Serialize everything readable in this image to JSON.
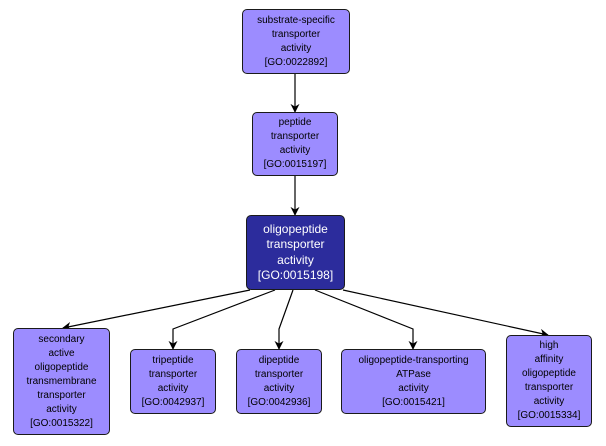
{
  "diagram": {
    "type": "GO term hierarchy",
    "colors": {
      "node_fill": "#9c8cff",
      "focus_fill": "#2c2c9c",
      "border": "#1a1a1a",
      "edge": "#000000",
      "focus_text": "#ffffff",
      "text": "#000000"
    },
    "nodes": [
      {
        "id": "GO:0022892",
        "lines": [
          "substrate-specific",
          "transporter",
          "activity",
          "[GO:0022892]"
        ],
        "focus": false
      },
      {
        "id": "GO:0015197",
        "lines": [
          "peptide",
          "transporter",
          "activity",
          "[GO:0015197]"
        ],
        "focus": false
      },
      {
        "id": "GO:0015198",
        "lines": [
          "oligopeptide",
          "transporter",
          "activity",
          "[GO:0015198]"
        ],
        "focus": true
      },
      {
        "id": "GO:0015322",
        "lines": [
          "secondary",
          "active",
          "oligopeptide",
          "transmembrane",
          "transporter",
          "activity",
          "[GO:0015322]"
        ],
        "focus": false
      },
      {
        "id": "GO:0042937",
        "lines": [
          "tripeptide",
          "transporter",
          "activity",
          "[GO:0042937]"
        ],
        "focus": false
      },
      {
        "id": "GO:0042936",
        "lines": [
          "dipeptide",
          "transporter",
          "activity",
          "[GO:0042936]"
        ],
        "focus": false
      },
      {
        "id": "GO:0015421",
        "lines": [
          "oligopeptide-transporting",
          "ATPase",
          "activity",
          "[GO:0015421]"
        ],
        "focus": false
      },
      {
        "id": "GO:0015334",
        "lines": [
          "high",
          "affinity",
          "oligopeptide",
          "transporter",
          "activity",
          "[GO:0015334]"
        ],
        "focus": false
      }
    ],
    "edges": [
      {
        "from": "GO:0022892",
        "to": "GO:0015197"
      },
      {
        "from": "GO:0015197",
        "to": "GO:0015198"
      },
      {
        "from": "GO:0015198",
        "to": "GO:0015322"
      },
      {
        "from": "GO:0015198",
        "to": "GO:0042937"
      },
      {
        "from": "GO:0015198",
        "to": "GO:0042936"
      },
      {
        "from": "GO:0015198",
        "to": "GO:0015421"
      },
      {
        "from": "GO:0015198",
        "to": "GO:0015334"
      }
    ]
  }
}
